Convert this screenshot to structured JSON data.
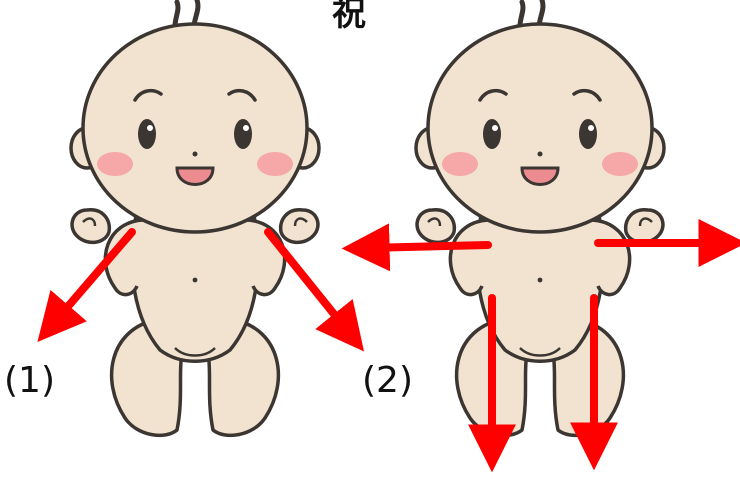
{
  "title": "祝",
  "panels": [
    {
      "id": "1",
      "label": "(1)"
    },
    {
      "id": "2",
      "label": "(2)"
    }
  ],
  "colors": {
    "skin": "#f2e2d0",
    "outline": "#3c3632",
    "cheek": "#f6a7a8",
    "mouth": "#ec8b90",
    "arrow": "#ff0000"
  }
}
